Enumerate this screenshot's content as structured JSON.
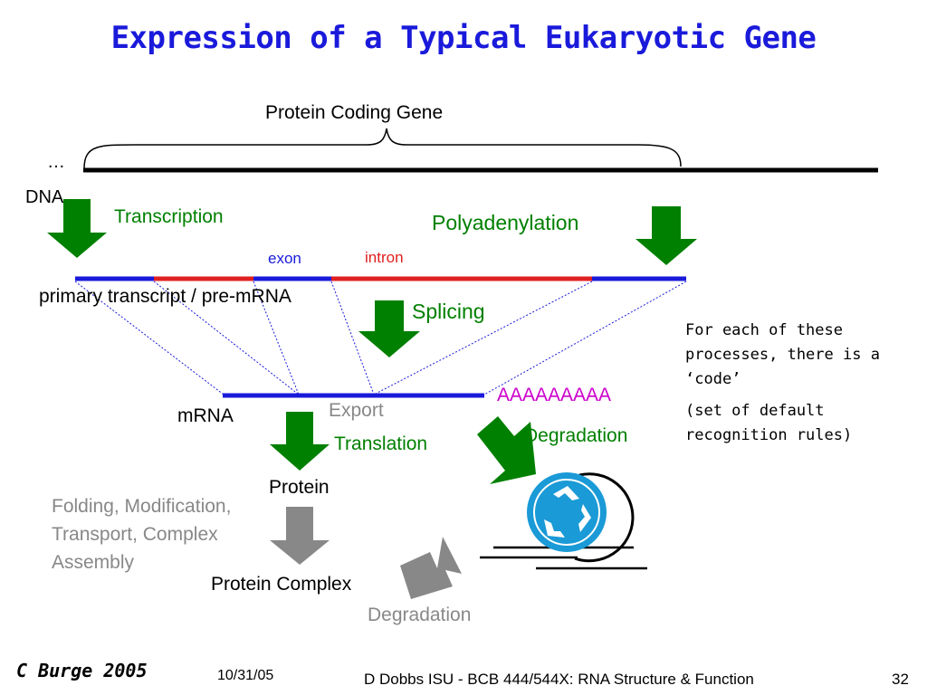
{
  "title": "Expression of a Typical Eukaryotic Gene",
  "gene_label": "Protein Coding Gene",
  "ellipsis": "…",
  "dna_label": "DNA",
  "transcription": "Transcription",
  "polyadenylation": "Polyadenylation",
  "exon": "exon",
  "intron": "intron",
  "primary_transcript": "primary transcript / pre-mRNA",
  "splicing": "Splicing",
  "mrna": "mRNA",
  "export": "Export",
  "polya": "AAAAAAAAA",
  "translation": "Translation",
  "degradation_mrna": "Degradation",
  "protein": "Protein",
  "folding_lines": [
    "Folding, Modification,",
    "Transport, Complex",
    "Assembly"
  ],
  "protein_complex": "Protein Complex",
  "degradation_protein": "Degradation",
  "note_line1": "For each of these processes, there is a ‘code’",
  "note_line2": "(set of default recognition rules)",
  "footer": {
    "author": "C Burge 2005",
    "date": "10/31/05",
    "course": "D Dobbs ISU - BCB 444/544X: RNA Structure & Function",
    "page": "32"
  },
  "colors": {
    "title": "#1a1adb",
    "exon": "#1a1adb",
    "intron": "#e02020",
    "arrow_green": "#008000",
    "arrow_gray": "#888888",
    "polya": "#cc00cc",
    "recycle": "#1a9ad6"
  },
  "icons": [
    "recycle-icon"
  ]
}
